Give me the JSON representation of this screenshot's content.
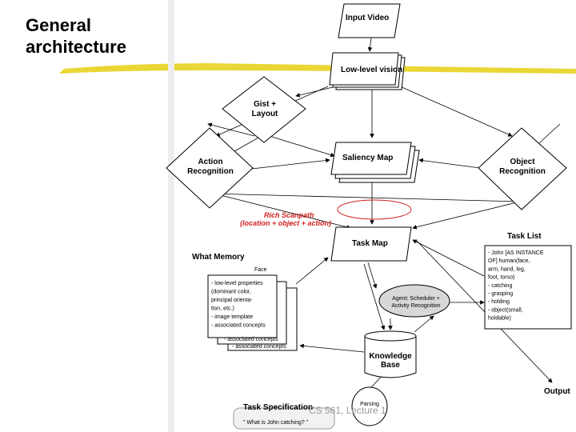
{
  "title": {
    "line1": "General",
    "line2": "architecture"
  },
  "footer": "CS 561,  Lecture 1",
  "nodes": {
    "input_video": "Input Video",
    "low_level_vision": "Low-level vision",
    "gist_layout": [
      "Gist +",
      "Layout"
    ],
    "action_recognition": [
      "Action",
      "Recognition"
    ],
    "saliency_map": "Saliency Map",
    "object_recognition": [
      "Object",
      "Recognition"
    ],
    "rich_scanpath": [
      "Rich Scanpath",
      "(location + object + action)"
    ],
    "task_map": "Task Map",
    "task_list_title": "Task List",
    "what_memory": "What Memory",
    "face": "Face",
    "agent": [
      "Agent: Scheduler +",
      "Activity Recognition"
    ],
    "knowledge_base": [
      "Knowledge",
      "Base"
    ],
    "output": "Output",
    "parsing": "Parsing",
    "task_spec_title": "Task Specification",
    "task_spec_query": "\" What is John catching? \""
  },
  "memory_card": [
    "- low-level properties",
    "  (dominant color,",
    "  principal orienta-",
    "  tion, etc.)",
    "- image template",
    "- associated concepts"
  ],
  "memory_back_lines": [
    "- associated concepts",
    "- associated concepts"
  ],
  "task_list_items": [
    "- John [AS INSTANCE",
    "  OF] human(face,",
    "  arm, hand, leg,",
    "  foot, torso)",
    "- catching",
    "- grasping",
    "- holding",
    "- object(small,",
    "  holdable)"
  ],
  "colors": {
    "highlight": "#d02020",
    "bar": "#e8d21f",
    "agent_fill": "#d8d8d8",
    "footer": "#9a9a9a"
  }
}
